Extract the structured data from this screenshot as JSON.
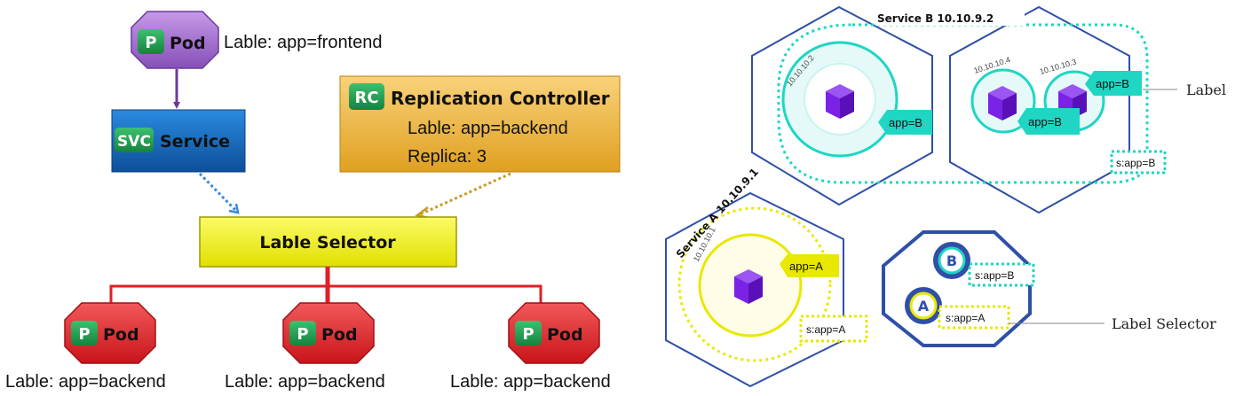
{
  "left": {
    "top_pod": {
      "badge": "P",
      "title": "Pod",
      "label": "Lable: app=frontend"
    },
    "service": {
      "badge": "SVC",
      "title": "Service"
    },
    "rc": {
      "badge": "RC",
      "title": "Replication Controller",
      "line1": "Lable: app=backend",
      "line2": "Replica: 3"
    },
    "selector": {
      "title": "Lable  Selector"
    },
    "pods": [
      {
        "badge": "P",
        "title": "Pod",
        "label": "Lable: app=backend"
      },
      {
        "badge": "P",
        "title": "Pod",
        "label": "Lable: app=backend"
      },
      {
        "badge": "P",
        "title": "Pod",
        "label": "Lable: app=backend"
      }
    ],
    "colors": {
      "pod_purple": "#9a63c8",
      "pod_red": "#e11f24",
      "service_blue": "#1c6fc0",
      "rc_orange": "#f0b030",
      "selector_yellow": "#f2f200",
      "badge_green": "#1e9e4e",
      "line_red": "#e11f24",
      "arrow_purple": "#6a3a9a",
      "arrow_blue": "#3a8ad8",
      "arrow_gold": "#c89a20"
    }
  },
  "right": {
    "service_b": {
      "title": "Service B 10.10.9.2",
      "selector_tag": "s:app=B"
    },
    "service_a": {
      "title": "Service A  10.10.9.1",
      "selector_tag": "s:app=A",
      "pod_ip": "10.10.10.1",
      "pod_tag": "app=A"
    },
    "pods_b": [
      {
        "ip": "10.10.10.2",
        "tag": "app=B"
      },
      {
        "ip": "10.10.10.4",
        "tag": "app=B"
      },
      {
        "ip": "10.10.10.3",
        "tag": "app=B"
      }
    ],
    "controllers": [
      {
        "letter": "B",
        "tag": "s:app=B"
      },
      {
        "letter": "A",
        "tag": "s:app=A"
      }
    ],
    "callouts": {
      "label": "Label",
      "label_selector": "Label Selector"
    },
    "colors": {
      "hex_blue": "#2f4fa8",
      "teal": "#1ed6c2",
      "teal_dark": "#10b8a8",
      "yellow": "#e8e800",
      "cube": "#7a22e6",
      "cube_top": "#9a55f2",
      "cube_side": "#5a10b8"
    }
  }
}
